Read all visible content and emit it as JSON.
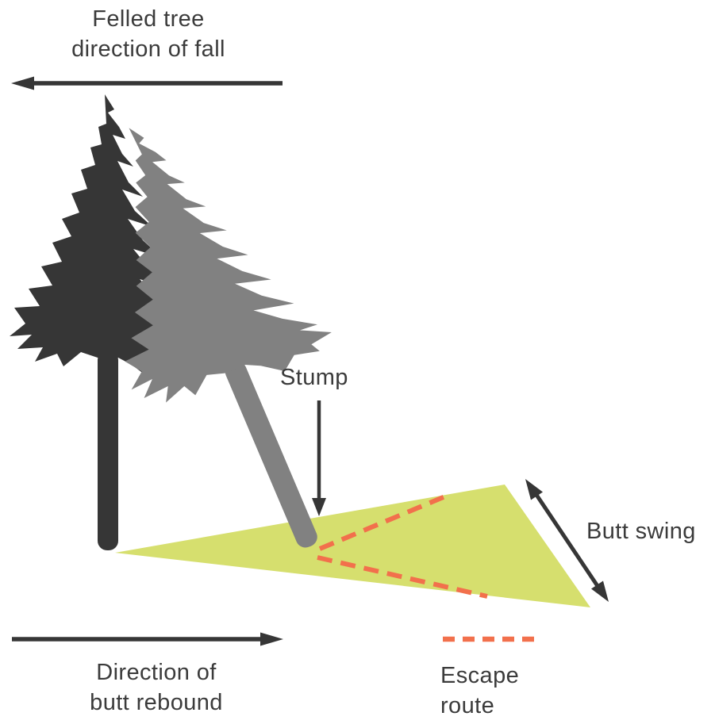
{
  "colors": {
    "background": "#ffffff",
    "text": "#3b3b3b",
    "arrow": "#363636",
    "tree_dark": "#363636",
    "tree_gray": "#818181",
    "swing_zone": "#d6df6e",
    "escape_route": "#f2704c"
  },
  "labels": {
    "felled_tree_line1": "Felled tree",
    "felled_tree_line2": "direction of fall",
    "stump": "Stump",
    "butt_swing": "Butt swing",
    "butt_rebound_line1": "Direction of",
    "butt_rebound_line2": "butt rebound",
    "escape_route_line1": "Escape",
    "escape_route_line2": "route"
  }
}
